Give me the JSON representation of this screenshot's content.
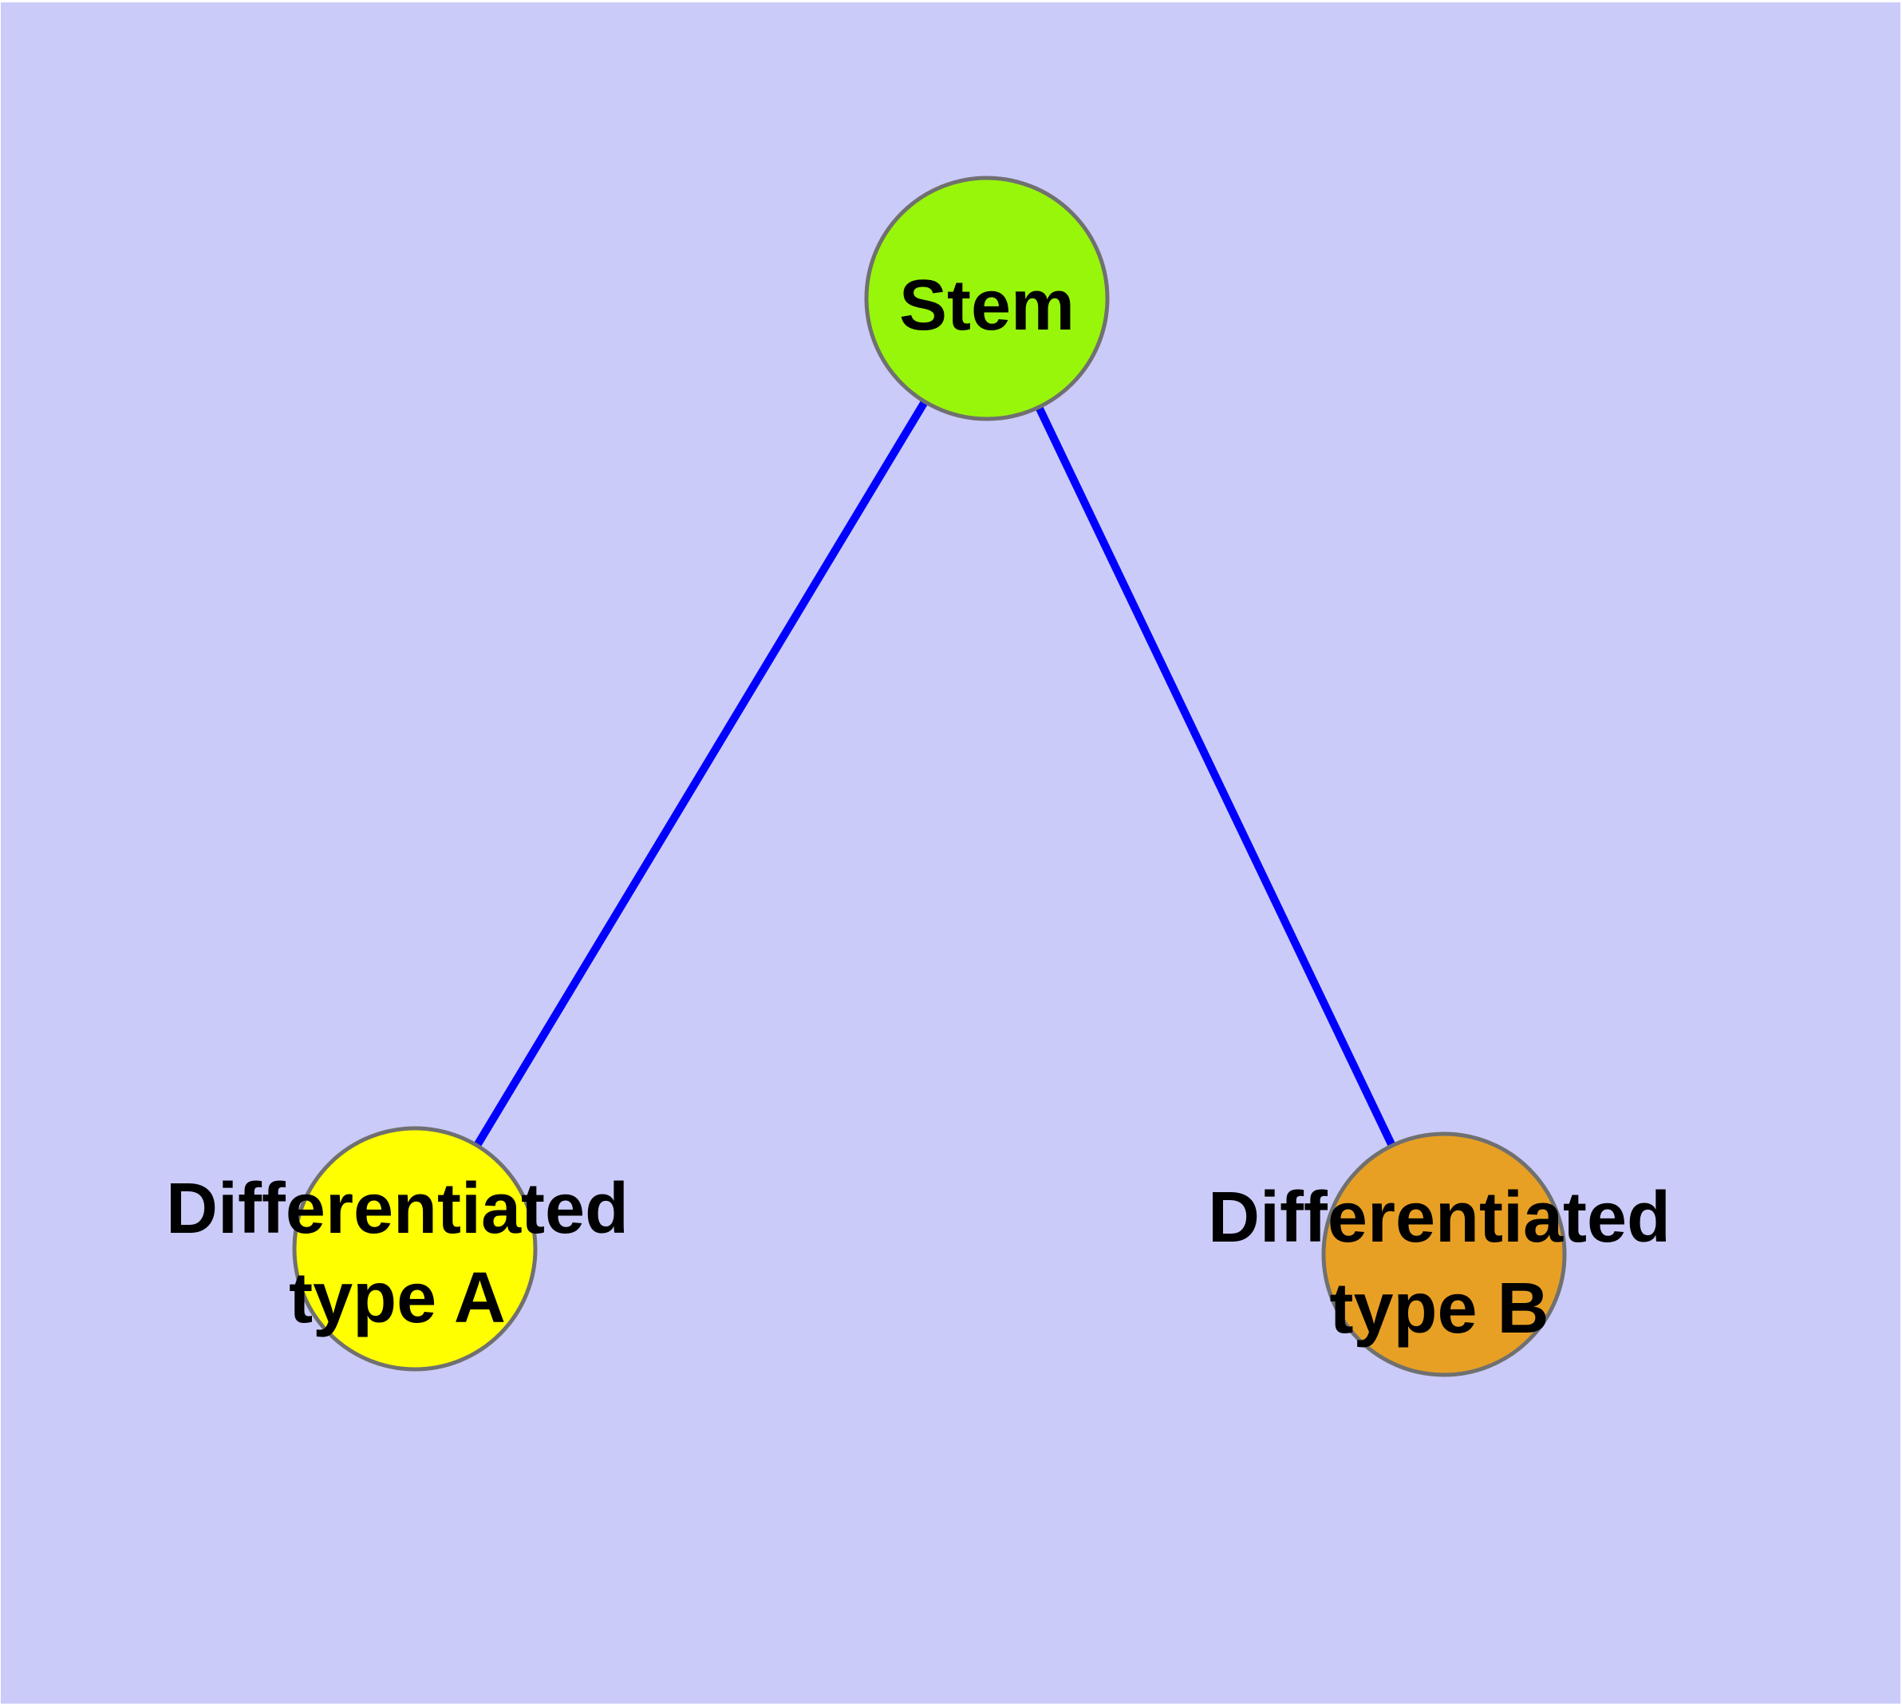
{
  "diagram": {
    "background_color": "#CBCBF9",
    "page_margin_color": "#FFFFFF",
    "edge_color": "#0000FF",
    "node_outline_color": "#707070",
    "text_color": "#000000",
    "nodes": [
      {
        "id": "stem",
        "lines": [
          "Stem"
        ],
        "label": "Stem",
        "fill": "#98F60A"
      },
      {
        "id": "differentiated-type-a",
        "lines": [
          "Differentiated",
          "type A"
        ],
        "label": "Differentiated type A",
        "fill": "#FFFF00"
      },
      {
        "id": "differentiated-type-b",
        "lines": [
          "Differentiated",
          "type B"
        ],
        "label": "Differentiated type B",
        "fill": "#E8A024"
      }
    ],
    "edges": [
      {
        "from": "Stem",
        "to": "Differentiated type A"
      },
      {
        "from": "Stem",
        "to": "Differentiated type B"
      }
    ]
  }
}
